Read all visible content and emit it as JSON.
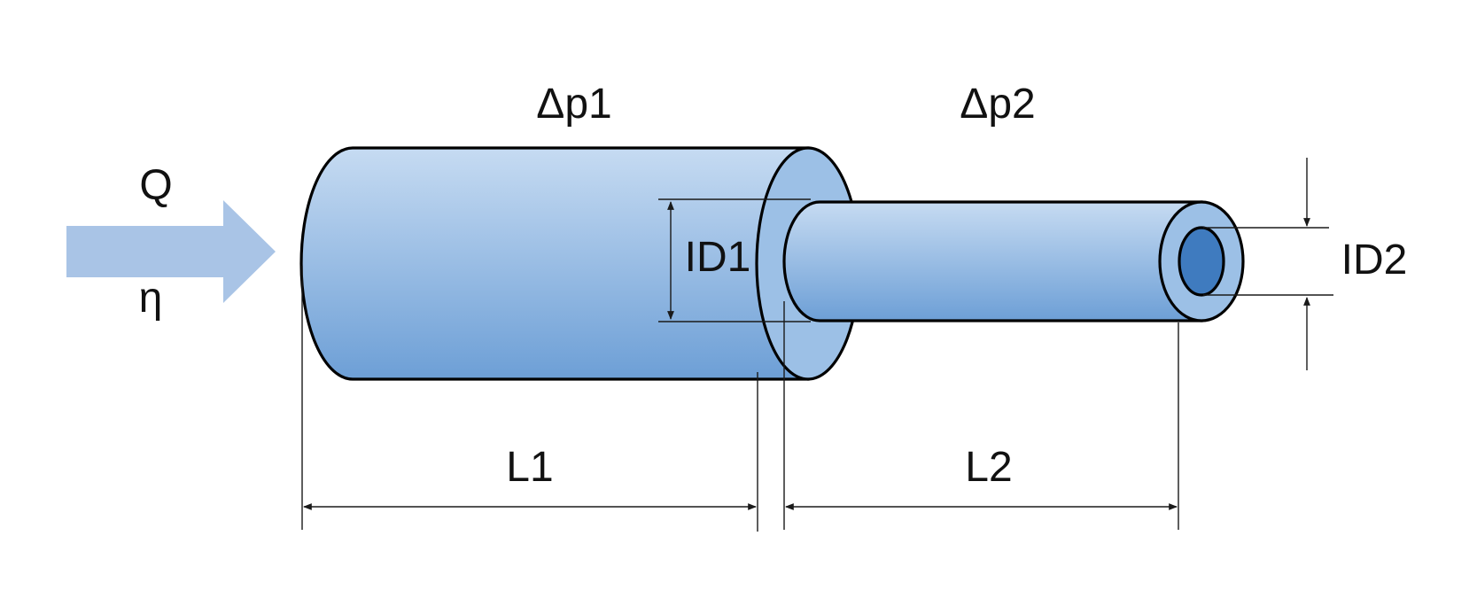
{
  "labels": {
    "flow_rate": "Q",
    "viscosity": "η",
    "pressure_drop_1": "Δp1",
    "pressure_drop_2": "Δp2",
    "inner_diameter_1": "ID1",
    "inner_diameter_2": "ID2",
    "length_1": "L1",
    "length_2": "L2"
  },
  "colors": {
    "arrow": "#a9c4e6",
    "pipe_light": "#c6dbf2",
    "pipe_dark": "#6d9fd6",
    "end_face": "#9cc0e6",
    "bore": "#3f7bbf",
    "outline": "#000000"
  }
}
